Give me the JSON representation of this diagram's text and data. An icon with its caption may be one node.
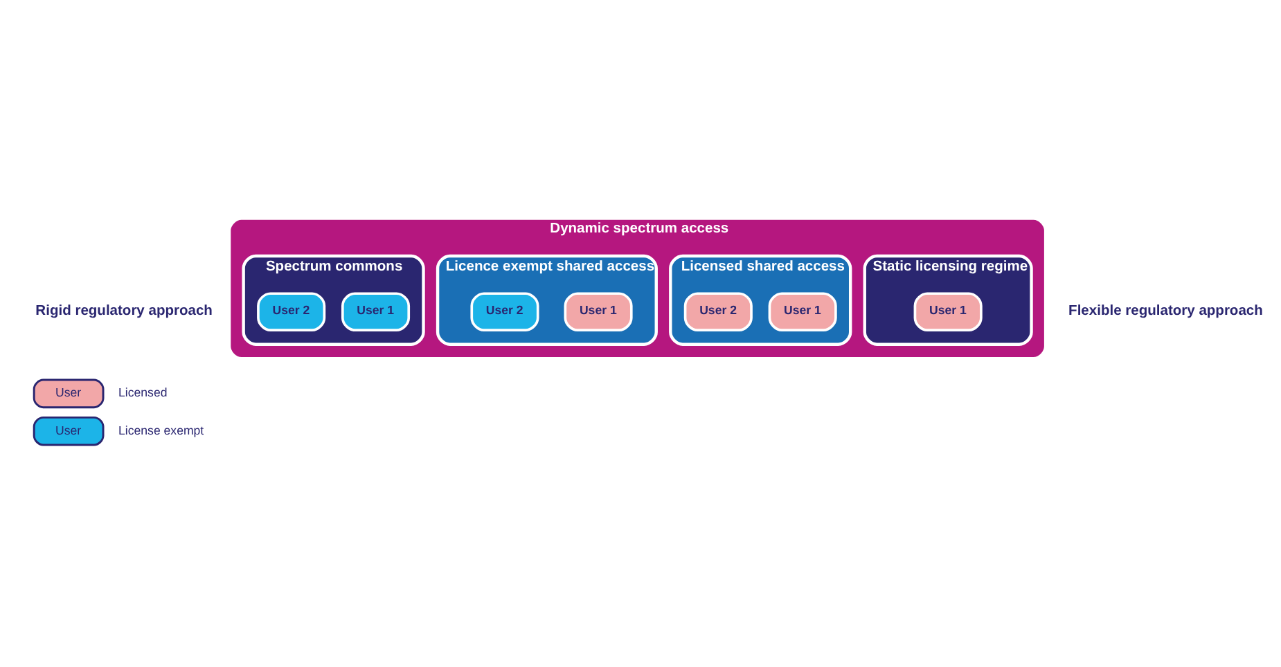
{
  "diagram": {
    "nodes": [
      {
        "text": [
          "Dynamic spectrum access"
        ]
      },
      {
        "text": [
          "Static licensing regime"
        ],
        "in": 0
      },
      {
        "text": [
          "User 1"
        ],
        "in": 1
      },
      {
        "text": [
          "Licensed shared access"
        ],
        "in": 0
      },
      {
        "text": [
          "User 1"
        ],
        "in": 3
      },
      {
        "text": [
          "User 2"
        ],
        "in": 3
      },
      {
        "text": [
          "Licence exempt shared access"
        ],
        "in": 0
      },
      {
        "text": [
          "User 1"
        ],
        "in": 6
      },
      {
        "text": [
          "User 2"
        ],
        "in": 6
      },
      {
        "text": [
          "Spectrum commons"
        ],
        "in": 0
      },
      {
        "text": [
          "User 1"
        ],
        "in": 9
      },
      {
        "text": [
          "User 2"
        ],
        "in": 9
      }
    ],
    "edges": [],
    "labels": [
      "Rigid regulatory approach",
      "Flexible regulatory approach",
      "User",
      "User"
    ],
    "legend": [
      {
        "text": "Licensed",
        "color": "#f2a7a8"
      },
      {
        "text": "License exempt",
        "color": "#1cb4e8"
      }
    ]
  }
}
